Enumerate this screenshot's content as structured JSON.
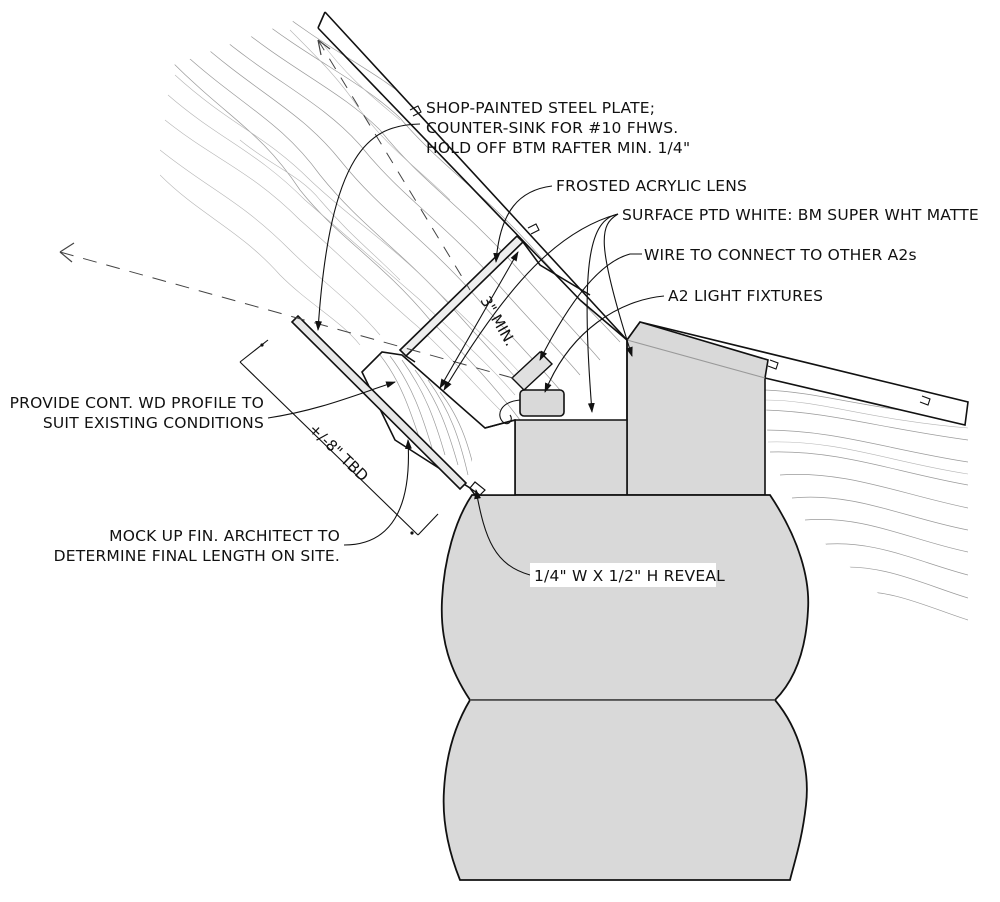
{
  "notes": {
    "steel_plate": [
      "SHOP-PAINTED STEEL PLATE;",
      "COUNTER-SINK FOR #10 FHWS.",
      "HOLD OFF BTM RAFTER MIN. 1/4\""
    ],
    "acrylic_lens": "FROSTED ACRYLIC LENS",
    "surface_paint": "SURFACE PTD WHITE: BM SUPER WHT MATTE",
    "wire": "WIRE TO CONNECT TO OTHER A2s",
    "fixtures": "A2 LIGHT FIXTURES",
    "wood_profile": [
      "PROVIDE CONT. WD PROFILE TO",
      "SUIT EXISTING CONDITIONS"
    ],
    "mock_up": [
      "MOCK UP FIN.  ARCHITECT TO",
      "DETERMINE FINAL LENGTH ON SITE."
    ],
    "reveal": "1/4\" W X 1/2\" H REVEAL"
  },
  "dimensions": {
    "min_clearance": "3\" MIN.",
    "fin_length": "+/-8\" TBD"
  },
  "colors": {
    "log_fill": "#d9d9d9",
    "line": "#111111",
    "grain": "#9a9a9a"
  }
}
